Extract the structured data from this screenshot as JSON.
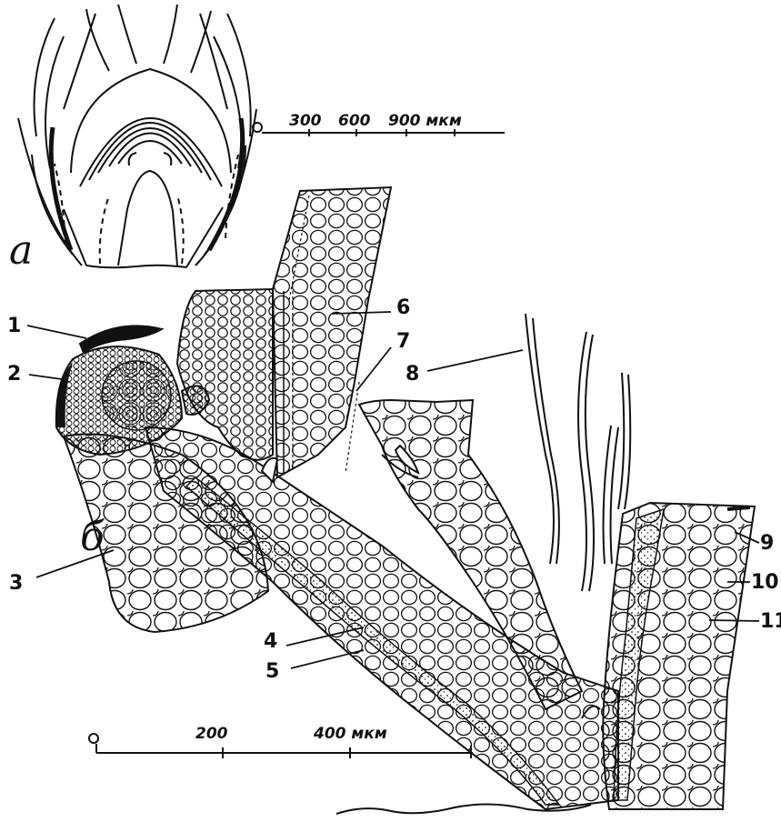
{
  "panels": {
    "a": "а",
    "b": "б"
  },
  "scale_top": {
    "ticks": [
      "0",
      "300",
      "600",
      "900 мкм"
    ]
  },
  "scale_bottom": {
    "ticks": [
      "0",
      "200",
      "400 мкм"
    ]
  },
  "labels": [
    "1",
    "2",
    "3",
    "4",
    "5",
    "6",
    "7",
    "8",
    "9",
    "10",
    "11"
  ],
  "colors": {
    "ink": "#111111",
    "paper": "#ffffff"
  }
}
